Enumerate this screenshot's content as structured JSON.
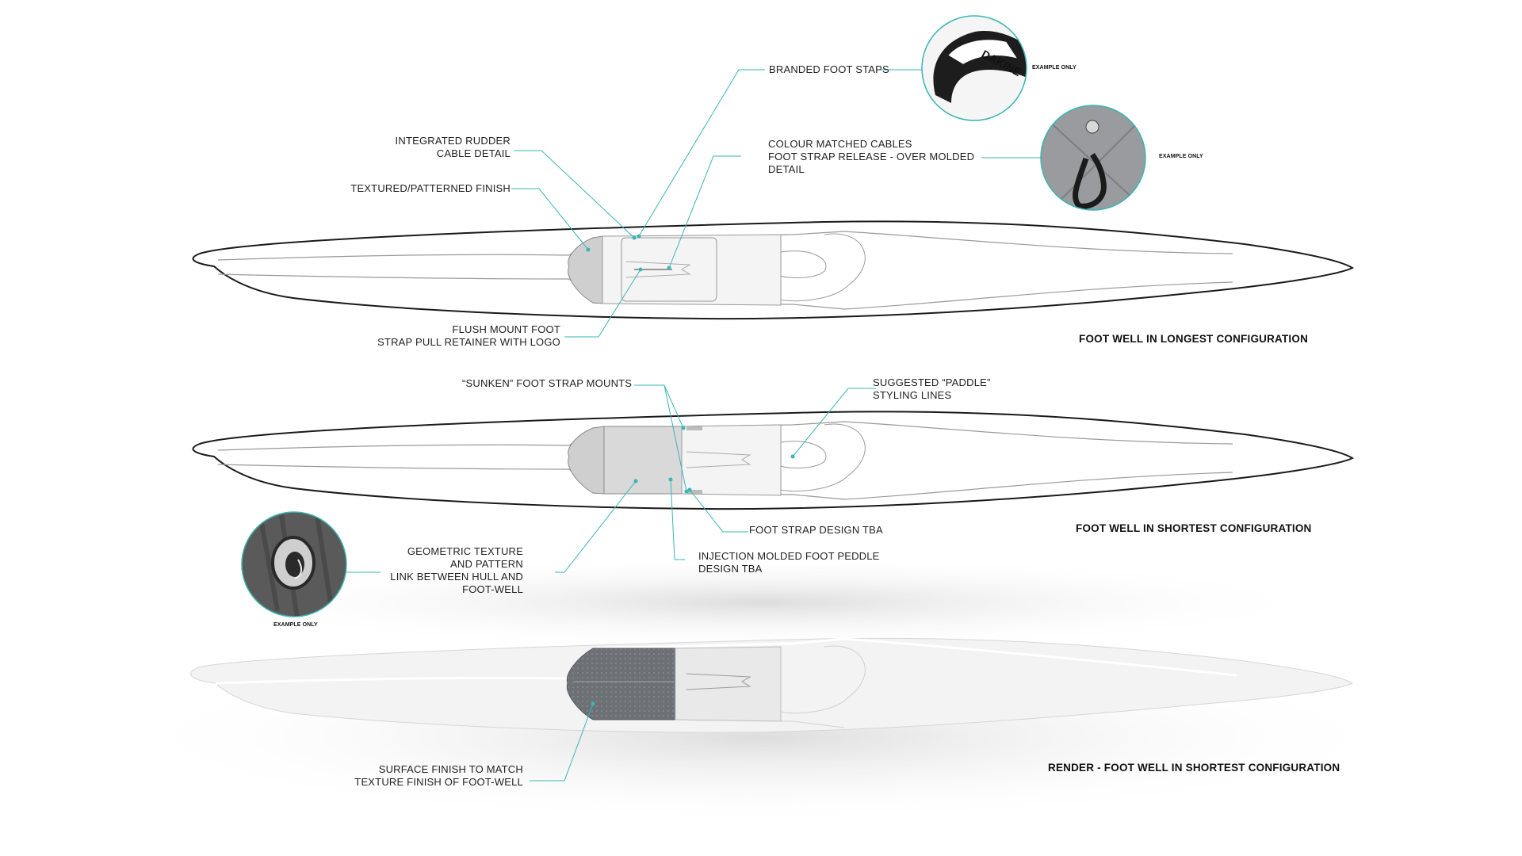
{
  "colors": {
    "accent": "#3ab5b5",
    "outline": "#1a1a1a",
    "detail": "#9a9a9a"
  },
  "configs": {
    "longest": "FOOT WELL IN LONGEST CONFIGURATION",
    "shortest": "FOOT WELL IN SHORTEST CONFIGURATION",
    "render": "RENDER -  FOOT WELL IN SHORTEST CONFIGURATION"
  },
  "examples": {
    "strap": "EXAMPLE ONLY",
    "cable": "EXAMPLE ONLY",
    "texture": "EXAMPLE ONLY"
  },
  "strap_logo": "DAKINE",
  "callouts": {
    "branded_straps": "BRANDED FOOT STAPS",
    "rudder_cable": "INTEGRATED RUDDER\nCABLE DETAIL",
    "textured_finish": "TEXTURED/PATTERNED FINISH",
    "colour_cables": "COLOUR MATCHED CABLES\nFOOT STRAP RELEASE - OVER MOLDED\nDETAIL",
    "flush_mount": "FLUSH MOUNT FOOT\nSTRAP PULL RETAINER WITH LOGO",
    "sunken_mounts": "“SUNKEN” FOOT STRAP MOUNTS",
    "paddle_lines": "SUGGESTED “PADDLE”\nSTYLING LINES",
    "strap_design": "FOOT STRAP DESIGN TBA",
    "injection_pedal": "INJECTION MOLDED FOOT PEDDLE\nDESIGN TBA",
    "geometric_texture": "GEOMETRIC TEXTURE\nAND PATTERN\nLINK BETWEEN HULL AND\nFOOT-WELL",
    "surface_finish": "SURFACE FINISH TO MATCH\nTEXTURE FINISH OF FOOT-WELL"
  }
}
